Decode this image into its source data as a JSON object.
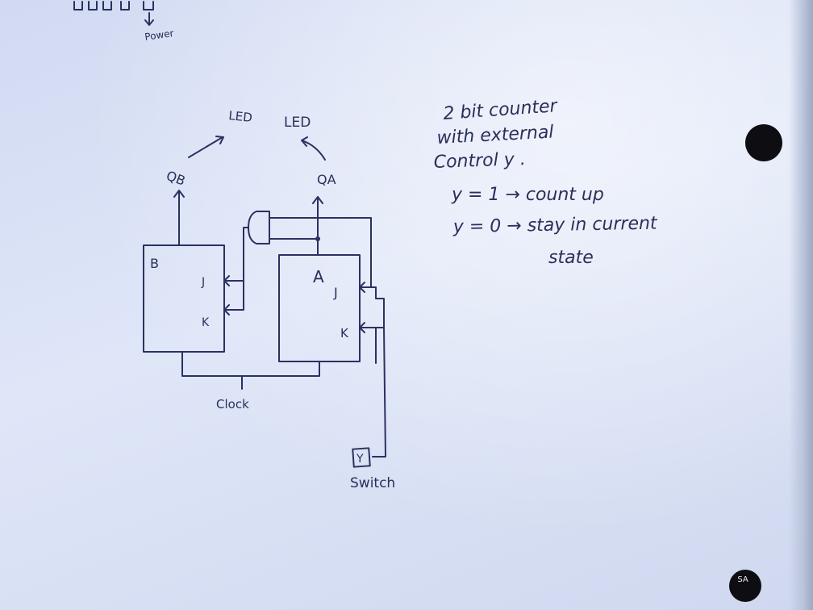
{
  "annotations": {
    "power_label": "Power",
    "led_b": "LED",
    "led_a": "LED",
    "qb": "QB",
    "qa": "QA",
    "clock": "Clock",
    "switch": "Switch"
  },
  "flipflops": {
    "b": {
      "name": "B",
      "j": "J",
      "k": "K"
    },
    "a": {
      "name": "A",
      "j": "J",
      "k": "K"
    }
  },
  "switch_box": {
    "label": "Y"
  },
  "notes": {
    "line1": "2 bit counter",
    "line2": "with external",
    "line3": "Control y .",
    "line4": "y = 1 → count up",
    "line5": "y = 0 → stay in current",
    "line6": "state"
  },
  "badge": {
    "label": "SA"
  }
}
